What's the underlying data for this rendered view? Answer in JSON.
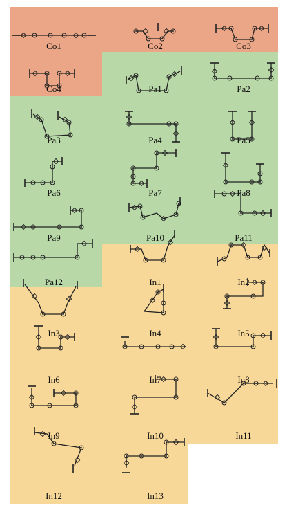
{
  "colors": {
    "co": "#eaa686",
    "pa": "#b8d8a8",
    "in": "#f8d898",
    "stroke": "#222222"
  },
  "groups": [
    {
      "name": "co",
      "labels": [
        "Co1",
        "Co2",
        "Co3",
        "Co4"
      ]
    },
    {
      "name": "pa",
      "labels": [
        "Pa1",
        "Pa2",
        "Pa3",
        "Pa4",
        "Pa5",
        "Pa6",
        "Pa7",
        "Pa8",
        "Pa9",
        "Pa10",
        "Pa11",
        "Pa12"
      ]
    },
    {
      "name": "in",
      "labels": [
        "In1",
        "In2",
        "In3",
        "In4",
        "In5",
        "In6",
        "In7",
        "In8",
        "In9",
        "In10",
        "In11",
        "In12",
        "In13"
      ]
    }
  ]
}
